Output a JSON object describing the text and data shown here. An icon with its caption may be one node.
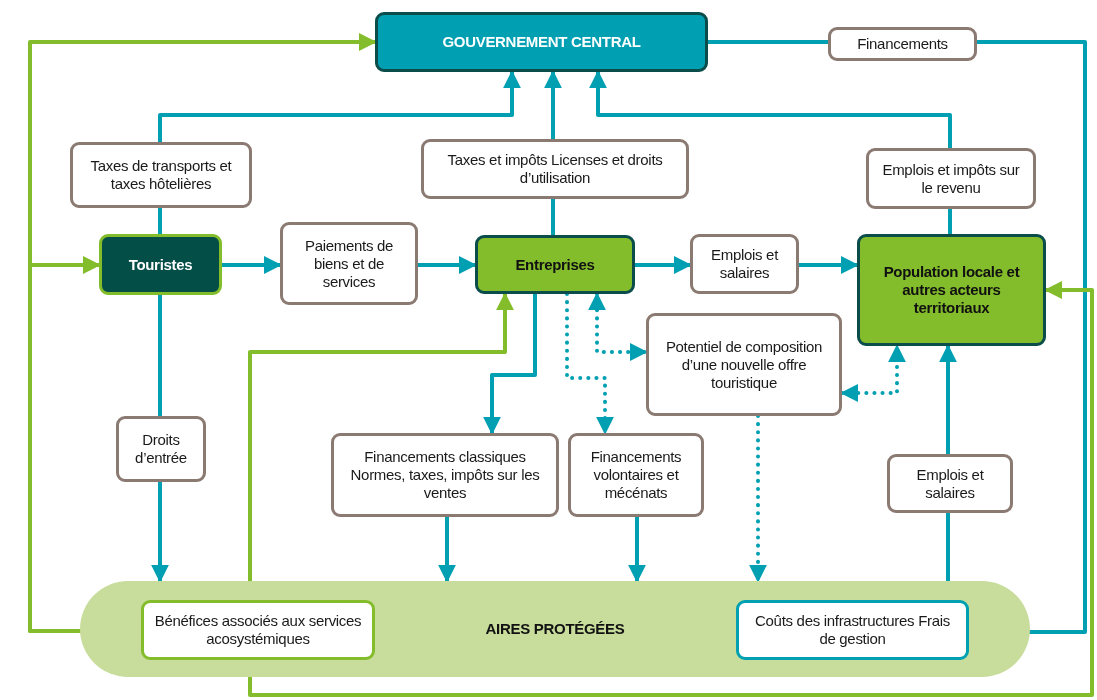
{
  "diagram": {
    "nodes": [
      {
        "text": [
          "GOUVERNEMENT CENTRAL"
        ]
      },
      {
        "text": [
          "Financements"
        ]
      },
      {
        "text": [
          "Taxes de transports et taxes hôtelières"
        ]
      },
      {
        "text": [
          "Taxes et impôts Licenses et droits d’utilisation"
        ]
      },
      {
        "text": [
          "Emplois et impôts sur le revenu"
        ]
      },
      {
        "text": [
          "Touristes"
        ]
      },
      {
        "text": [
          "Paiements de biens et de services"
        ]
      },
      {
        "text": [
          "Entreprises"
        ]
      },
      {
        "text": [
          "Emplois et salaires"
        ]
      },
      {
        "text": [
          "Population locale et autres acteurs territoriaux"
        ]
      },
      {
        "text": [
          "Potentiel de composition d’une nouvelle offre touristique"
        ]
      },
      {
        "text": [
          "Droits d’entrée"
        ]
      },
      {
        "text": [
          "Financements classiques Normes, taxes, impôts sur les ventes"
        ]
      },
      {
        "text": [
          "Financements volontaires et mécénats"
        ]
      },
      {
        "text": [
          "Emplois et salaires"
        ]
      },
      {
        "text": [
          "AIRES PROTÉGÉES"
        ]
      },
      {
        "text": [
          "Bénéfices associés aux services acosystémiques"
        ],
        "in": 15
      },
      {
        "text": [
          "Coûts des infrastructures Frais de gestion"
        ],
        "in": 15
      }
    ],
    "edges": [
      {
        "from": 5,
        "to": 2,
        "arrow": "none"
      },
      {
        "from": 2,
        "to": 0,
        "arrow": "to"
      },
      {
        "from": 7,
        "to": 3,
        "arrow": "none"
      },
      {
        "from": 3,
        "to": 0,
        "arrow": "to"
      },
      {
        "from": 9,
        "to": 4,
        "arrow": "none"
      },
      {
        "from": 4,
        "to": 0,
        "arrow": "to"
      },
      {
        "from": 0,
        "to": 1,
        "arrow": "none"
      },
      {
        "from": 1,
        "to": 17,
        "arrow": "to"
      },
      {
        "from": 5,
        "to": 6,
        "arrow": "to"
      },
      {
        "from": 6,
        "to": 7,
        "arrow": "to"
      },
      {
        "from": 7,
        "to": 8,
        "arrow": "to"
      },
      {
        "from": 8,
        "to": 9,
        "arrow": "to"
      },
      {
        "from": 5,
        "to": 11,
        "arrow": "none"
      },
      {
        "from": 11,
        "to": 15,
        "arrow": "to"
      },
      {
        "from": 7,
        "to": 12,
        "arrow": "to"
      },
      {
        "from": 12,
        "to": 15,
        "arrow": "to"
      },
      {
        "from": 7,
        "to": 13,
        "arrow": "to",
        "style": "dashed"
      },
      {
        "from": 7,
        "to": 10,
        "arrow": "both",
        "style": "dashed"
      },
      {
        "from": 10,
        "to": 9,
        "arrow": "both",
        "style": "dashed"
      },
      {
        "from": 10,
        "to": 15,
        "arrow": "to",
        "style": "dashed"
      },
      {
        "from": 13,
        "to": 15,
        "arrow": "to"
      },
      {
        "from": 15,
        "to": 14,
        "arrow": "none"
      },
      {
        "from": 14,
        "to": 9,
        "arrow": "to"
      },
      {
        "from": 16,
        "to": 0,
        "arrow": "to",
        "color": "#84bd2b"
      },
      {
        "from": 16,
        "to": 5,
        "arrow": "to",
        "color": "#84bd2b"
      },
      {
        "from": 16,
        "to": 7,
        "arrow": "to",
        "color": "#84bd2b"
      },
      {
        "from": 16,
        "to": 9,
        "arrow": "to",
        "color": "#84bd2b"
      }
    ]
  }
}
